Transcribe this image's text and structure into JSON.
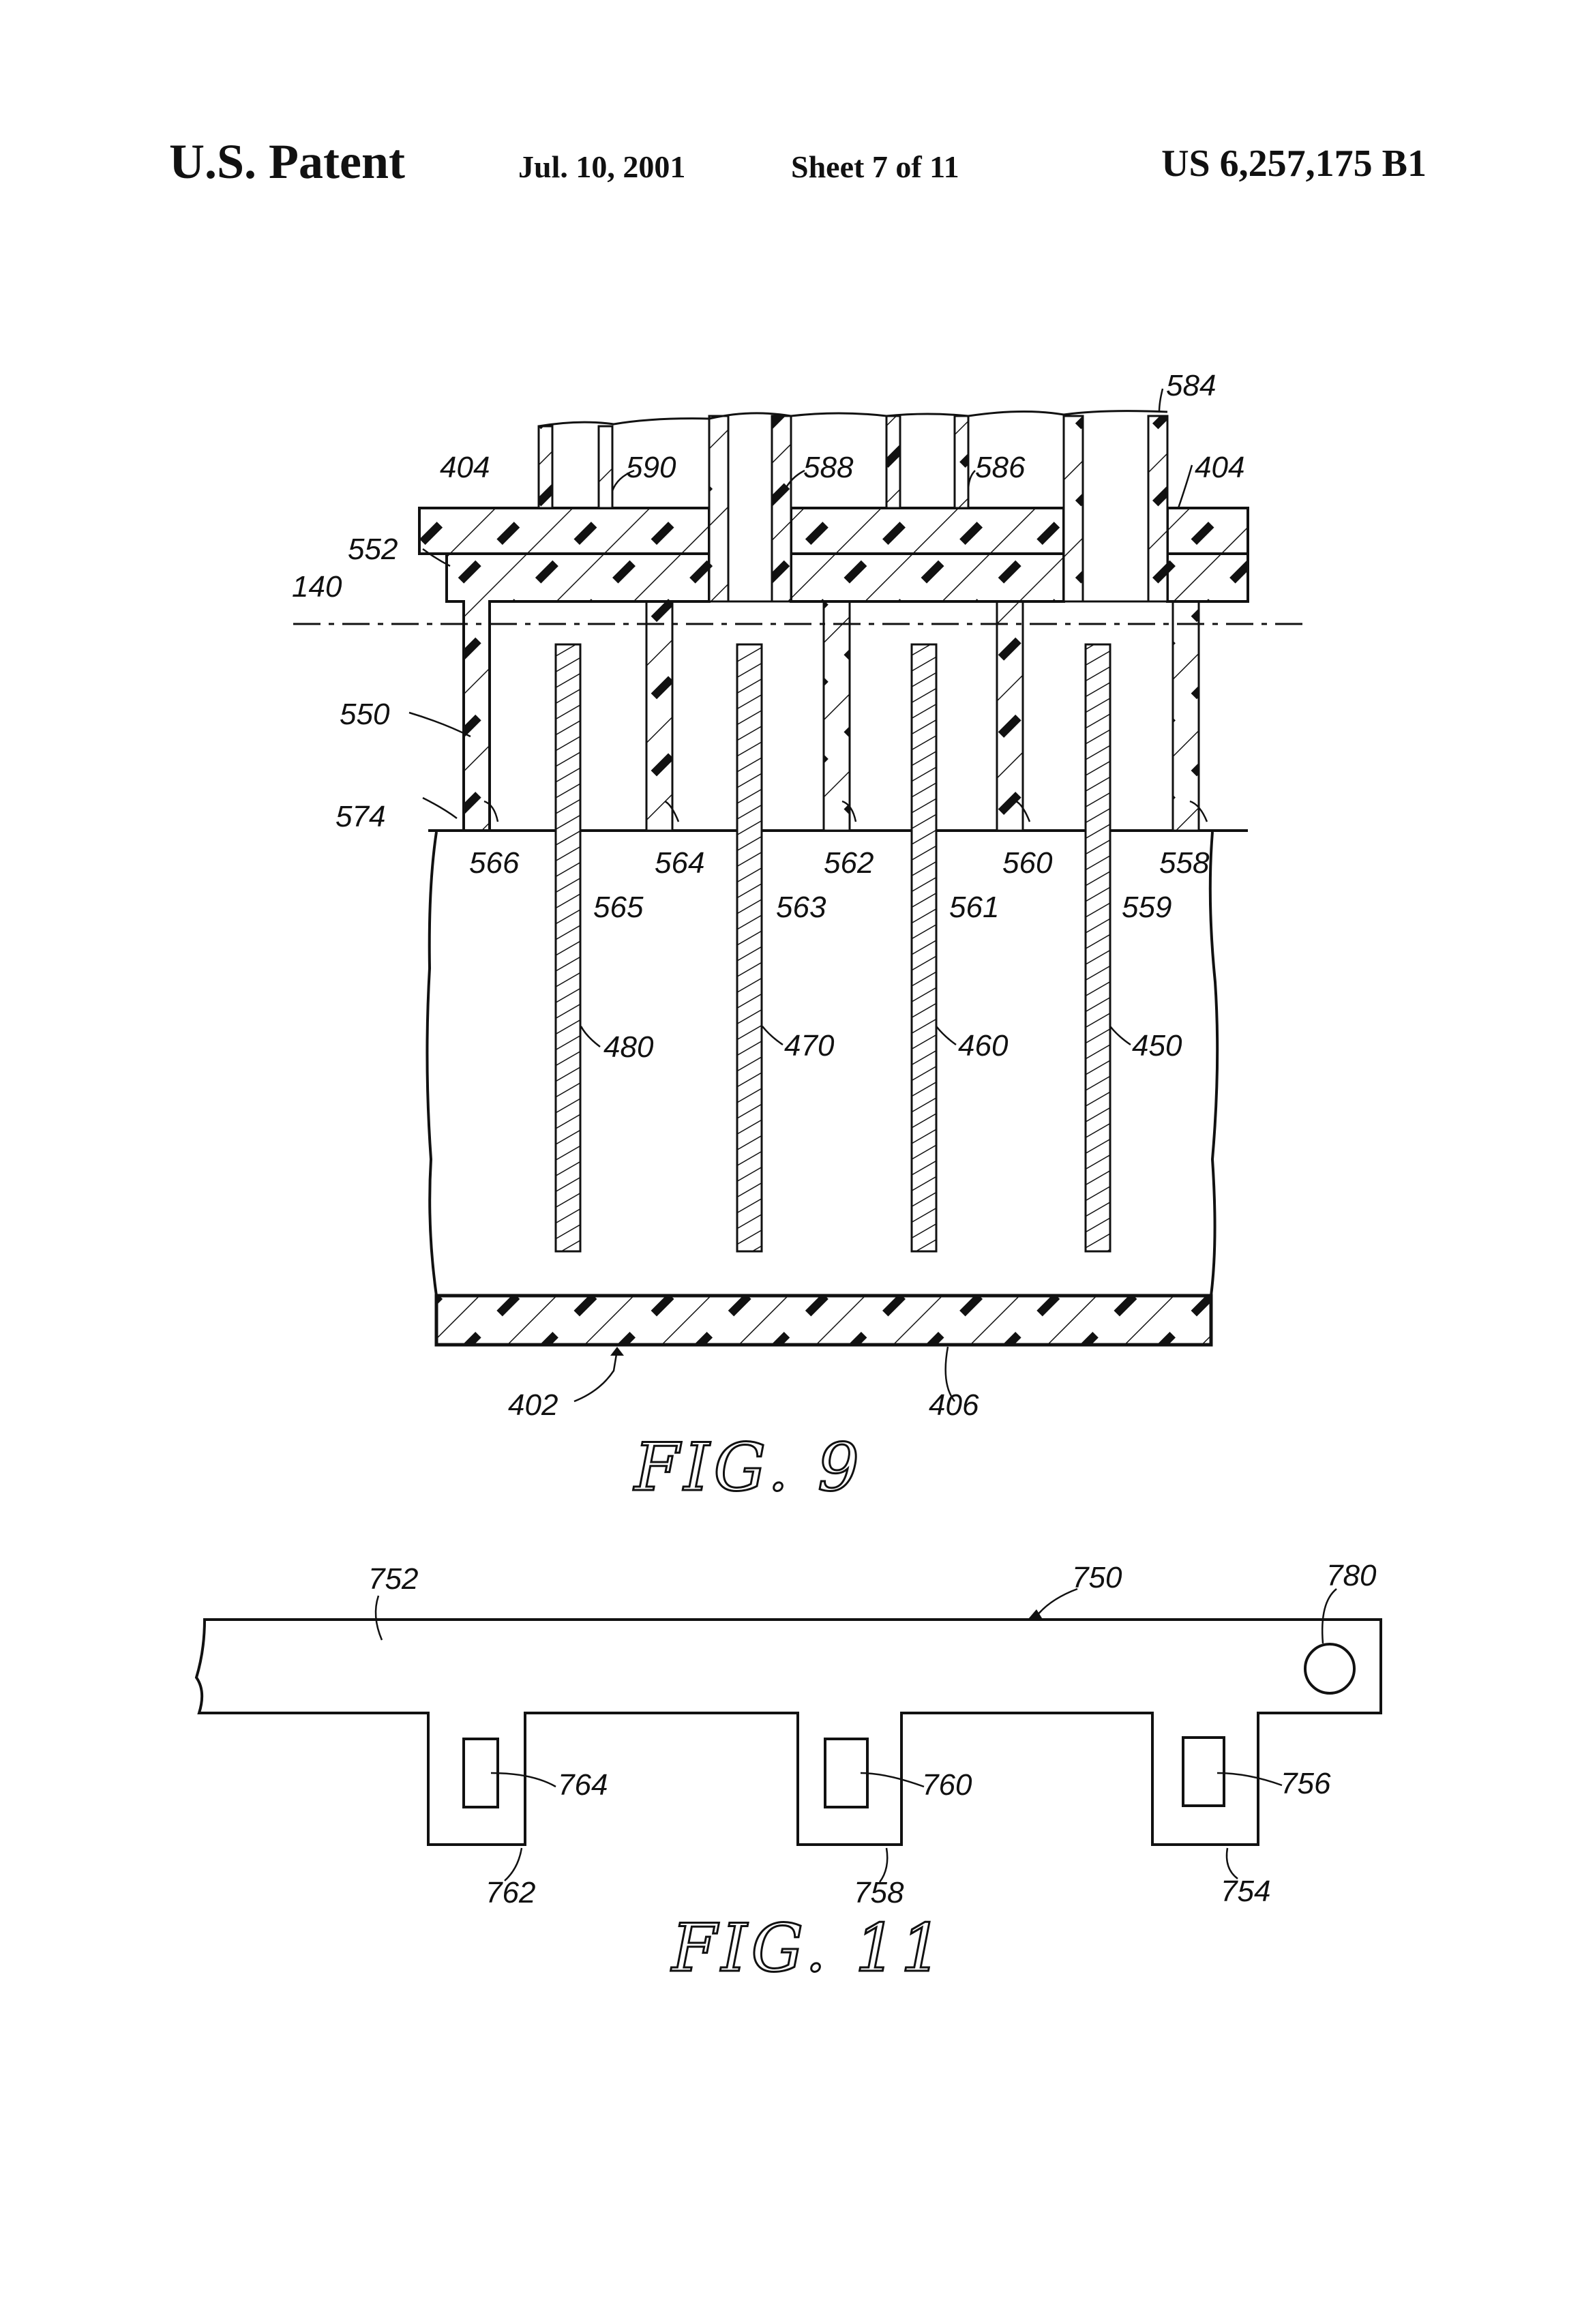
{
  "header": {
    "left": "U.S. Patent",
    "date": "Jul. 10, 2001",
    "sheet": "Sheet 7 of 11",
    "number": "US 6,257,175 B1"
  },
  "fig9": {
    "caption": "FIG. 9",
    "labels": {
      "r584": "584",
      "r404a": "404",
      "r404b": "404",
      "r590": "590",
      "r588": "588",
      "r586": "586",
      "r552": "552",
      "r140": "140",
      "r550": "550",
      "r574": "574",
      "r566": "566",
      "r564": "564",
      "r562": "562",
      "r560": "560",
      "r558": "558",
      "r565": "565",
      "r563": "563",
      "r561": "561",
      "r559": "559",
      "r480": "480",
      "r470": "470",
      "r460": "460",
      "r450": "450",
      "r402": "402",
      "r406": "406"
    }
  },
  "fig11": {
    "caption": "FIG. 11",
    "labels": {
      "r752": "752",
      "r750": "750",
      "r780": "780",
      "r764": "764",
      "r760": "760",
      "r756": "756",
      "r762": "762",
      "r758": "758",
      "r754": "754"
    }
  }
}
